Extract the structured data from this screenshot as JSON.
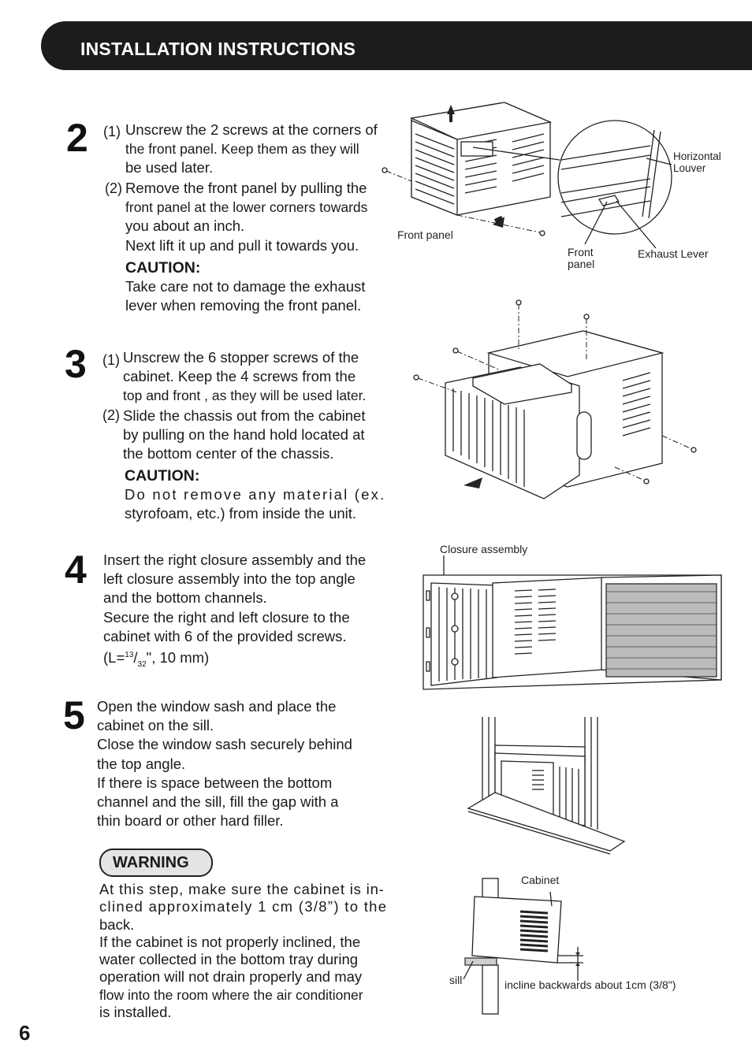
{
  "header": {
    "title": "INSTALLATION INSTRUCTIONS"
  },
  "page_number": "6",
  "step2": {
    "number": "2",
    "item1_label": "(1)",
    "item1_lines": [
      "Unscrew the 2 screws at the corners of",
      "the front panel.  Keep them as they   will",
      "be used later."
    ],
    "item2_label": "(2)",
    "item2_lines": [
      "Remove the front panel by pulling the",
      "front panel at the lower corners towards",
      "you about an inch.",
      "Next lift it up and pull it towards you."
    ],
    "caution_title": "CAUTION:",
    "caution_lines": [
      "Take care not to damage the exhaust",
      "lever when removing the front panel."
    ],
    "fig_labels": {
      "front_panel": "Front panel",
      "horizontal": "Horizontal",
      "louver": "Louver",
      "front": "Front",
      "panel": "panel",
      "exhaust_lever": "Exhaust Lever"
    }
  },
  "step3": {
    "number": "3",
    "item1_label": "(1)",
    "item1_lines": [
      "Unscrew the 6 stopper screws of the",
      "cabinet.  Keep the 4 screws from the",
      "top and front , as they will be used later."
    ],
    "item2_label": "(2)",
    "item2_lines": [
      "Slide the chassis out from the cabinet",
      "by pulling on the hand hold located at",
      "the bottom center of the chassis."
    ],
    "caution_title": "CAUTION:",
    "caution_lines": [
      "Do not remove any material (ex.",
      "styrofoam, etc.) from inside the unit."
    ]
  },
  "step4": {
    "number": "4",
    "lines": [
      "Insert the right closure assembly and the",
      "left closure assembly into  the  top  angle",
      "and the bottom channels.",
      "Secure the right and  left  closure  to  the",
      "cabinet with 6 of the provided screws."
    ],
    "dim_prefix": "(L=",
    "dim_num": "13",
    "dim_slash": "/",
    "dim_den": "32",
    "dim_suffix": "\", 10 mm)",
    "fig_label": "Closure assembly"
  },
  "step5": {
    "number": "5",
    "lines": [
      "Open  the  window  sash  and  place  the",
      "cabinet on the sill.",
      "Close the window  sash  securely  behind",
      "the top angle.",
      "If  there  is  space  between  the   bottom",
      "channel and the sill,  fill  the  gap  with  a",
      "thin board or other hard filler."
    ],
    "warning_title": "WARNING",
    "warning_lines": [
      "At this step, make sure the cabinet is in-",
      "clined approximately 1 cm (3/8”) to the",
      "back.",
      "If the cabinet is not properly inclined, the",
      "water collected in the bottom tray during",
      "operation will not drain properly and may",
      "flow into the  room where the air conditioner",
      "is installed."
    ],
    "fig_labels": {
      "cabinet": "Cabinet",
      "sill": "sill",
      "incline": "incline backwards about 1cm (3/8\")"
    }
  }
}
